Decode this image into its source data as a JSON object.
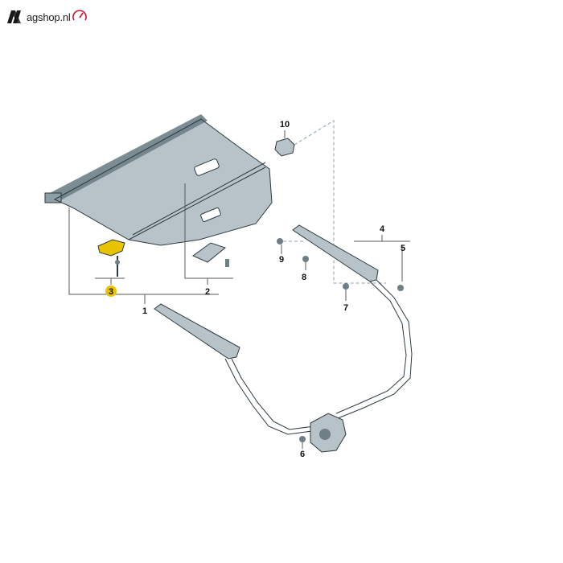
{
  "brand": {
    "name": "agshop.nl",
    "icon": "n-logo-icon",
    "accent_color": "#c4122e"
  },
  "diagram": {
    "callouts": [
      {
        "id": "c1",
        "label": "1"
      },
      {
        "id": "c2",
        "label": "2"
      },
      {
        "id": "c3",
        "label": "3",
        "highlight": true
      },
      {
        "id": "c4",
        "label": "4"
      },
      {
        "id": "c5",
        "label": "5"
      },
      {
        "id": "c6",
        "label": "6"
      },
      {
        "id": "c7",
        "label": "7"
      },
      {
        "id": "c8",
        "label": "8"
      },
      {
        "id": "c9",
        "label": "9"
      },
      {
        "id": "c10",
        "label": "10"
      }
    ],
    "highlight_color": "#e8c400",
    "part_color": "#b7c3c8",
    "line_color": "#2c3a40"
  }
}
